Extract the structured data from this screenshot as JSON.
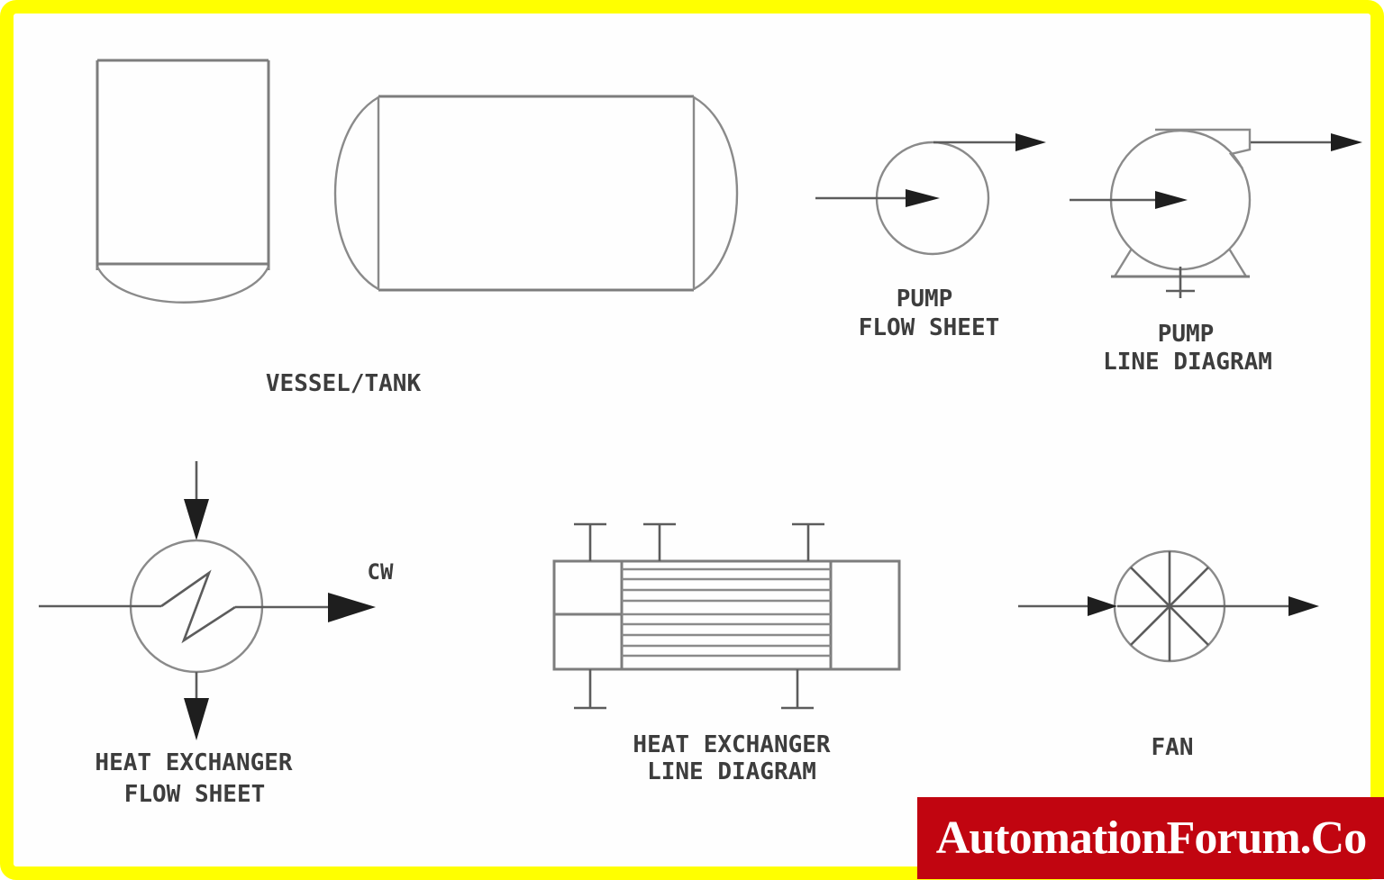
{
  "frame": {
    "border_color": "#ffff00",
    "background": "#fefefe"
  },
  "diagram": {
    "line_color": "#7d7d7d",
    "arrow_color": "#1e1e1e",
    "text_color": "#3d3d3d",
    "symbols": [
      "vertical-vessel",
      "horizontal-tank",
      "pump-flow-sheet",
      "pump-line-diagram",
      "heat-exchanger-flow-sheet",
      "heat-exchanger-line-diagram",
      "fan"
    ],
    "labels": {
      "vessel_tank": "VESSEL/TANK",
      "pump_flow_sheet_1": "PUMP",
      "pump_flow_sheet_2": "FLOW SHEET",
      "pump_line_diagram_1": "PUMP",
      "pump_line_diagram_2": "LINE DIAGRAM",
      "cw": "CW",
      "heat_exchanger_flow_sheet_1": "HEAT EXCHANGER",
      "heat_exchanger_flow_sheet_2": "FLOW SHEET",
      "heat_exchanger_line_diagram_1": "HEAT EXCHANGER",
      "heat_exchanger_line_diagram_2": "LINE DIAGRAM",
      "fan": "FAN"
    }
  },
  "watermark": {
    "text": "AutomationForum.Co",
    "background": "#c10510",
    "color": "#ffffff"
  }
}
